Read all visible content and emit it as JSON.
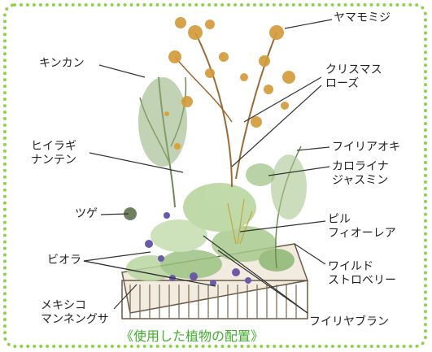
{
  "caption": "《使用した植物の配置》",
  "colors": {
    "border": "#8fd14a",
    "caption": "#3fae2b",
    "leaf": "#7ea85a",
    "tree": "#c98e2a",
    "flower": "#6a5aa8",
    "lines": "#333333"
  },
  "labels": {
    "yamamomiji": [
      "ヤマモミジ"
    ],
    "kinkan": [
      "キンカン"
    ],
    "christmas_rose": [
      "クリスマス",
      "ローズ"
    ],
    "hiiragi_nanten": [
      "ヒイラギ",
      "ナンテン"
    ],
    "fuiri_aoki": [
      "フイリアオキ"
    ],
    "carolina_jasmine": [
      "カロライナ",
      "ジャスミン"
    ],
    "tsuge": [
      "ツゲ"
    ],
    "pilea": [
      "ピル",
      "フィオーレア"
    ],
    "viola": [
      "ビオラ"
    ],
    "wild_strawberry": [
      "ワイルド",
      "ストロベリー"
    ],
    "mexican_manneng": [
      "メキシコ",
      "マンネングサ"
    ],
    "fuiri_yabran": [
      "フイリヤブラン"
    ]
  }
}
